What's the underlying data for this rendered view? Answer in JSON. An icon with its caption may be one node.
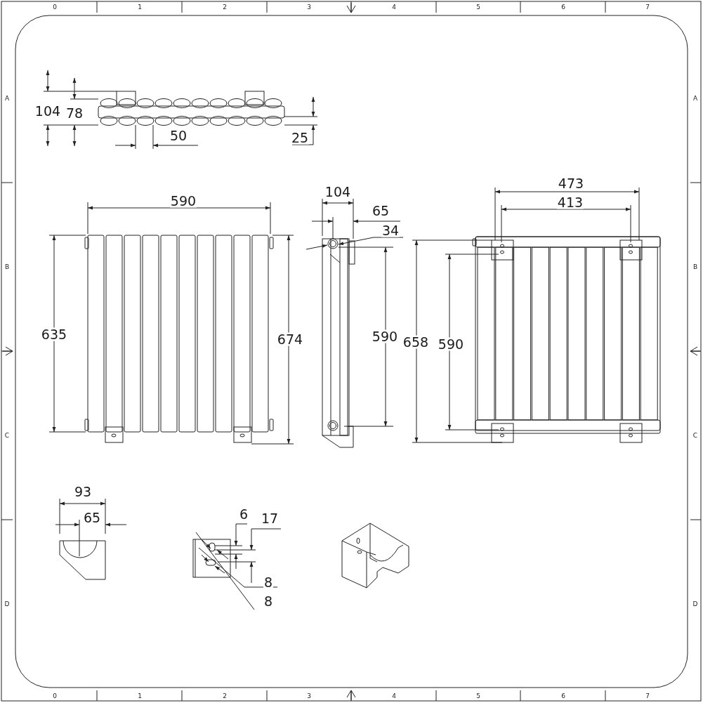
{
  "diagram": {
    "labels": [
      "0",
      "1",
      "2",
      "3",
      "4",
      "5",
      "6",
      "7",
      "A",
      "A",
      "104",
      "78",
      "50",
      "25",
      "473",
      "104",
      "590",
      "413",
      "65",
      "34",
      "B",
      "B",
      "635",
      "674",
      "590",
      "658",
      "590",
      "C",
      "C",
      "93",
      "65",
      "6",
      "17",
      "8",
      "8",
      "D",
      "D",
      "0",
      "1",
      "2",
      "3",
      "4",
      "5",
      "6",
      "7"
    ]
  }
}
